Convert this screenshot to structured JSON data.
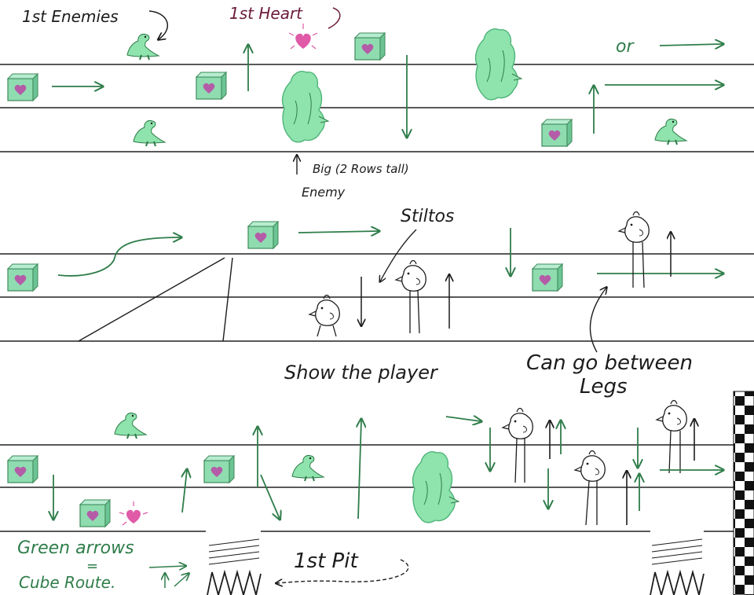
{
  "labels": {
    "first_enemies": "1st Enemies",
    "first_heart": "1st Heart",
    "or": "or",
    "big_enemy_line1": "Big (2 Rows tall)",
    "big_enemy_line2": "Enemy",
    "stiltos": "Stiltos",
    "show_the_player": "Show the player",
    "can_go_between_line1": "Can go between",
    "can_go_between_line2": "Legs",
    "green_arrows": "Green arrows",
    "legend_equals": "=",
    "cube_route": "Cube Route.",
    "first_pit": "1st Pit"
  },
  "colors": {
    "ink": "#1c1c1c",
    "route_arrow": "#2f7d4a",
    "cube_fill": "#8fdcb0",
    "cube_edge": "#3e8a5a",
    "heart": "#e05aa8",
    "enemy_fill": "#8fe3ad",
    "heart_label": "#6a1a3a"
  },
  "icons": [
    "heart-cube-icon",
    "heart-pickup-icon",
    "small-dino-enemy-icon",
    "big-blob-enemy-icon",
    "stilt-bird-enemy-icon",
    "pit-spikes-icon",
    "checkered-finish-flag-icon"
  ]
}
